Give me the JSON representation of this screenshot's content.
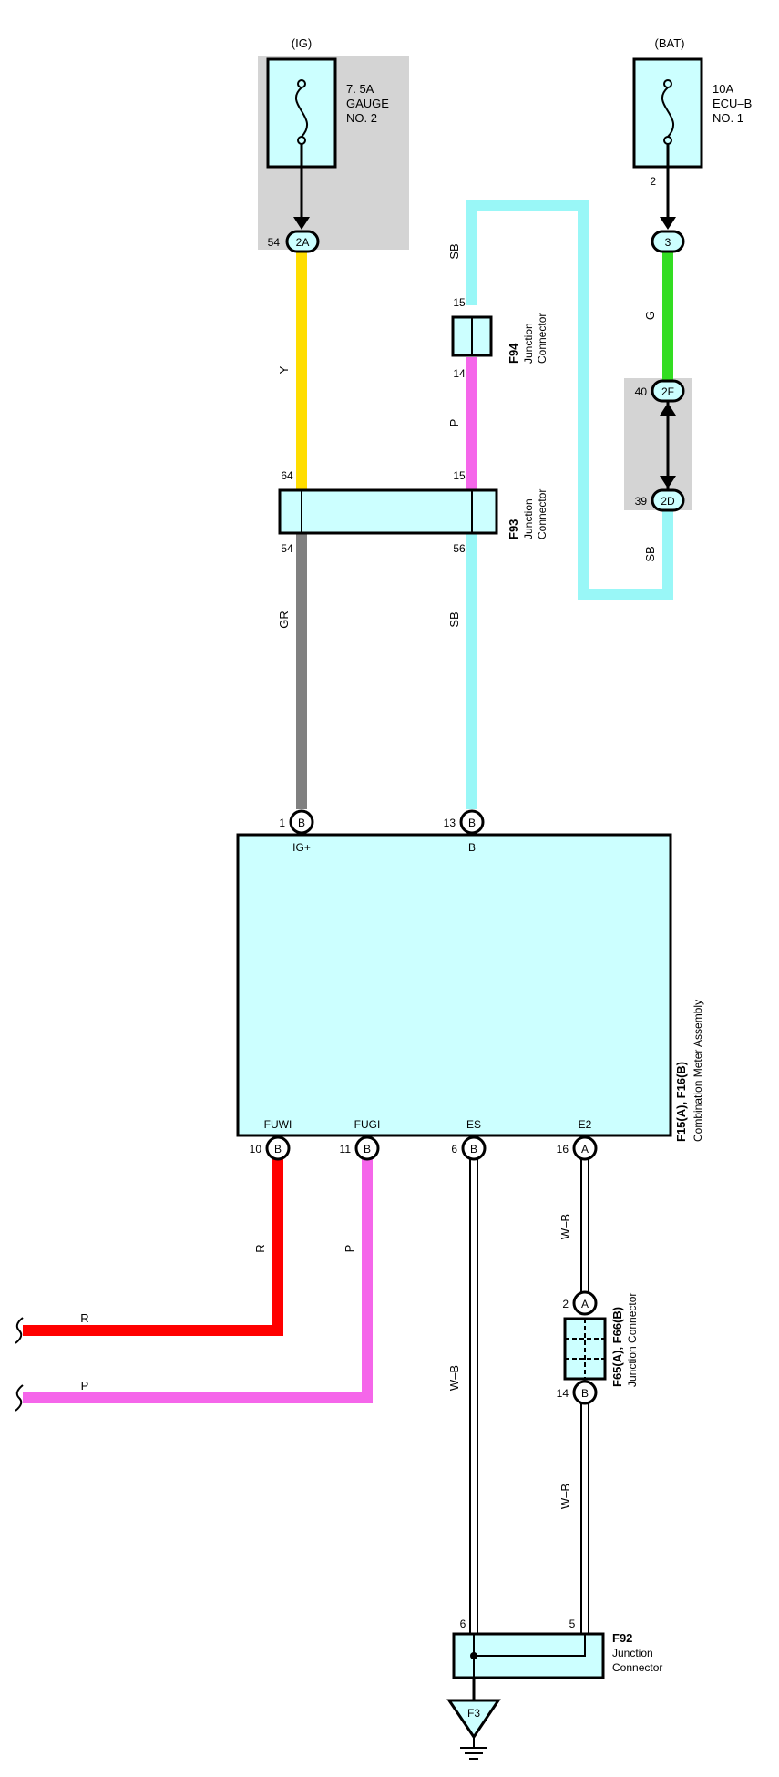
{
  "fuses": {
    "ig": {
      "supply": "(IG)",
      "line1": "7. 5A",
      "line2": "GAUGE",
      "line3": "NO. 2"
    },
    "bat": {
      "supply": "(BAT)",
      "line1": "10A",
      "line2": "ECU–B",
      "line3": "NO. 1",
      "pin": "2"
    }
  },
  "connectors": {
    "c2a": {
      "label": "2A",
      "pin": "54"
    },
    "c3": {
      "label": "3"
    },
    "c2f": {
      "label": "2F",
      "pin": "40"
    },
    "c2d": {
      "label": "2D",
      "pin": "39"
    },
    "f94": {
      "id": "F94",
      "name_line1": "Junction",
      "name_line2": "Connector",
      "pin_top": "15",
      "pin_bottom": "14"
    },
    "f93": {
      "id": "F93",
      "name_line1": "Junction",
      "name_line2": "Connector",
      "pin_top_left": "64",
      "pin_top_right": "15",
      "pin_bottom_left": "54",
      "pin_bottom_right": "56"
    },
    "f65": {
      "id": "F65(A), F66(B)",
      "name": "Junction Connector",
      "pin_top": "2",
      "pin_top_letter": "A",
      "pin_bottom": "14",
      "pin_bottom_letter": "B"
    },
    "f92": {
      "id": "F92",
      "name_line1": "Junction",
      "name_line2": "Connector",
      "pin_left": "6",
      "pin_right": "5"
    },
    "f3": {
      "label": "F3"
    }
  },
  "meter": {
    "id": "F15(A), F16(B)",
    "name": "Combination Meter Assembly",
    "top_pins": [
      {
        "num": "1",
        "letter": "B",
        "signal": "IG+"
      },
      {
        "num": "13",
        "letter": "B",
        "signal": "B"
      }
    ],
    "bottom_pins": [
      {
        "num": "10",
        "letter": "B",
        "signal": "FUWI"
      },
      {
        "num": "11",
        "letter": "B",
        "signal": "FUGI"
      },
      {
        "num": "6",
        "letter": "B",
        "signal": "ES"
      },
      {
        "num": "16",
        "letter": "A",
        "signal": "E2"
      }
    ]
  },
  "wires": {
    "y": "Y",
    "gr": "GR",
    "sb_top": "SB",
    "p_short": "P",
    "sb_mid": "SB",
    "sb_right": "SB",
    "g": "G",
    "r_vert": "R",
    "p_vert": "P",
    "r_horiz": "R",
    "p_horiz": "P",
    "wb_left": "W–B",
    "wb_right_top": "W–B",
    "wb_right_bottom": "W–B"
  },
  "colors": {
    "yellow": "#ffdd00",
    "gray": "#808080",
    "sky_blue": "#99f7f7",
    "pink": "#f566ea",
    "green": "#33dd22",
    "red": "#ff0000",
    "box_fill": "#ccffff",
    "shade": "#d4d4d4"
  }
}
